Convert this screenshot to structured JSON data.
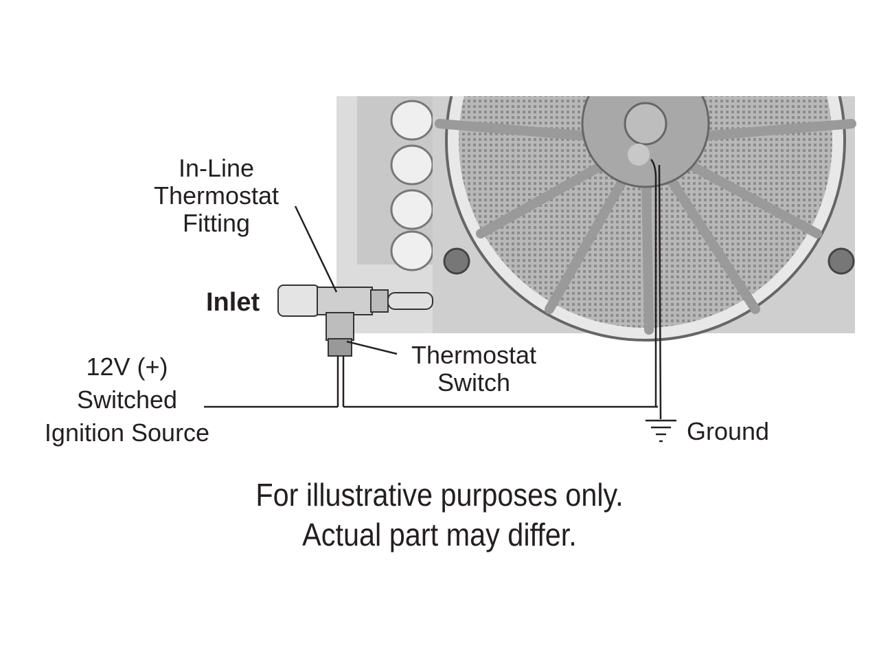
{
  "labels": {
    "fitting": [
      "In-Line",
      "Thermostat",
      "Fitting"
    ],
    "inlet": "Inlet",
    "switch": [
      "Thermostat",
      "Switch"
    ],
    "source": [
      "12V (+)",
      "Switched",
      "Ignition Source"
    ],
    "ground": "Ground"
  },
  "disclaimer": [
    "For illustrative purposes only.",
    "Actual part may differ."
  ],
  "colors": {
    "ink": "#231f20",
    "radiator": "#d4d4d4",
    "fan_dark": "#8a8a8a"
  }
}
